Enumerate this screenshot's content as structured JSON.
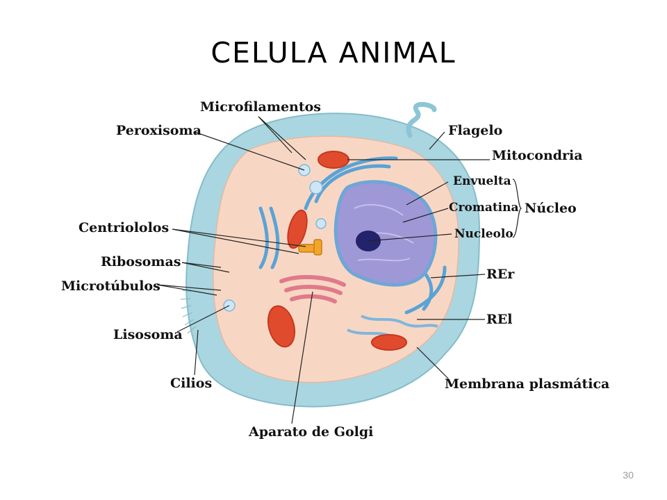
{
  "slide": {
    "title": "CELULA ANIMAL",
    "page_number": "30"
  },
  "labels": {
    "microfilamentos": "Microfilamentos",
    "peroxisoma": "Peroxisoma",
    "flagelo": "Flagelo",
    "mitocondria": "Mitocondria",
    "envuelta": "Envuelta",
    "cromatina": "Cromatina",
    "nucleolo": "Nucleolo",
    "nucleo": "Núcleo",
    "centriololos": "Centriololos",
    "ribosomas": "Ribosomas",
    "microtubulos": "Microtúbulos",
    "lisosoma": "Lisosoma",
    "cilios": "Cilios",
    "rer": "REr",
    "rel": "REl",
    "membrana": "Membrana plasmática",
    "golgi": "Aparato de Golgi"
  },
  "colors": {
    "membrane": "#a9d6e0",
    "cytoplasm": "#f7d7c4",
    "nucleus": "#9f98d6",
    "nucleolus": "#23236b",
    "mitochondria": "#e14b2d",
    "golgi": "#e07a8a",
    "er": "#5aa3d6"
  }
}
